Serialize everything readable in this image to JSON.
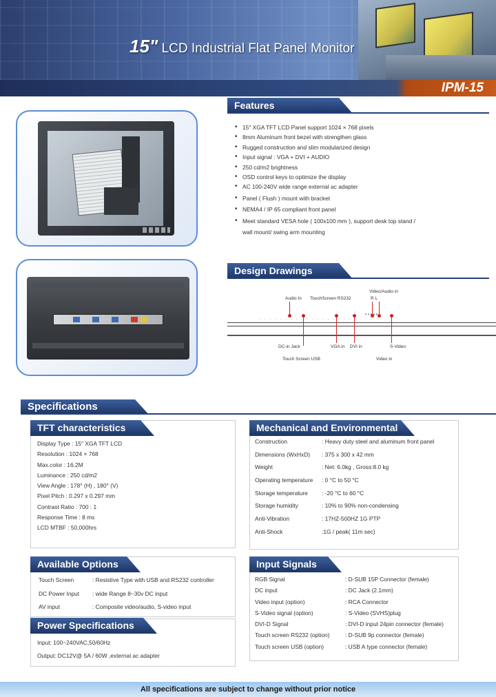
{
  "header": {
    "title_big": "15\"",
    "title_rest": "LCD Industrial Flat Panel Monitor",
    "model": "IPM-15"
  },
  "features": {
    "title": "Features",
    "items": [
      "15\" XGA TFT LCD Panel support 1024 × 768 pixels",
      "8mm Aluminum front bezel with strengthen glass",
      "Rugged construction and slim modularized design",
      "Input signal : VGA + DVI + AUDIO",
      "250 cd/m2 brightness",
      "OSD control keys to optimize the display",
      "AC 100-240V wide range external ac adapter",
      "Panel ( Flush ) mount with bracket",
      "NEMA4 / IP 65 compliant front panel",
      "Meet standard VESA hole ( 100x100 mm ), support desk top stand /",
      "wall mount/ swing arm mounting"
    ]
  },
  "design": {
    "title": "Design Drawings",
    "labels": {
      "video_audio_in_top": "Video/Audio in",
      "rl": "R  L",
      "audio_in": "Audio In",
      "touch_rs232": "TouchScreen RS232",
      "dc_in_jack": "DC-in Jack",
      "vga_in": "VGA in",
      "dvi_in": "DVI in",
      "s_video": "S-Video",
      "touch_usb": "Touch Screen USB",
      "video_in": "Video in"
    }
  },
  "specs": {
    "title": "Specifications",
    "tft": {
      "title": "TFT characteristics",
      "lines": [
        "Display Type : 15\" XGA TFT LCD",
        "Resolution : 1024 × 768",
        "Max.color : 16.2M",
        "Luminance : 250 cd/m2",
        "View Angle : 178° (H) , 180° (V)",
        "Pixel Pitch : 0.297 x 0.297 mm",
        "Contrast Ratio : 700 : 1",
        "Response Time : 8 ms",
        "LCD MTBF : 50,000hrs"
      ]
    },
    "mech": {
      "title": "Mechanical and Environmental",
      "rows": [
        {
          "k": "Construction",
          "v": ": Heavy duty steel and aluminum front panel"
        },
        {
          "k": "Dimensions (WxHxD)",
          "v": ": 375 x 300 x 42 mm"
        },
        {
          "k": "Weight",
          "v": ": Net: 6.0kg , Gross:8.0 kg"
        },
        {
          "k": "Operating temperature",
          "v": ": 0 °C to 50 °C"
        },
        {
          "k": "Storage temperature",
          "v": ": -20 °C to 60 °C"
        },
        {
          "k": "Storage humidity",
          "v": ": 10% to 90% non-condensing"
        },
        {
          "k": "Anti-Vibration",
          "v": ": 17HZ-500HZ 1G PTP"
        },
        {
          "k": "Anti-Shock",
          "v": ":1G / peak( 11m sec)"
        }
      ]
    },
    "options": {
      "title": "Available Options",
      "rows": [
        {
          "k": "Touch Screen",
          "v": ": Resistive Type with USB and RS232 controller"
        },
        {
          "k": "DC Power Input",
          "v": ": wide Range 8~30v DC input"
        },
        {
          "k": "AV input",
          "v": ": Composite video/audio, S-video input"
        }
      ]
    },
    "power": {
      "title": "Power Specifications",
      "lines": [
        "Input: 100~240VAC,50/60Hz",
        "Output: DC12V@ 5A / 60W ,external ac adapter"
      ]
    },
    "input": {
      "title": "Input Signals",
      "rows": [
        {
          "k": "RGB Signal",
          "v": ": D-SUB 15P Connector (female)"
        },
        {
          "k": "DC input",
          "v": ": DC Jack (2.1mm)"
        },
        {
          "k": "Video input (option)",
          "v": ": RCA Connector"
        },
        {
          "k": "S-Video signal (option)",
          "v": ": S-Video (SVHS)plug"
        },
        {
          "k": "DVI-D Signal",
          "v": ": DVI-D input 24pin connector (female)"
        },
        {
          "k": "Touch screen RS232 (option)",
          "v": ": D-SUB 9p connector (female)"
        },
        {
          "k": "Touch screen USB (option)",
          "v": ": USB A type connector (female)"
        }
      ]
    }
  },
  "footer": {
    "notice": "All specifications are subject to change without prior notice"
  },
  "colors": {
    "tab_blue": "#24407a",
    "panel_border": "#5b8ed6",
    "footer_blue": "#9ec8ee",
    "accent_orange": "#c85a1a"
  }
}
